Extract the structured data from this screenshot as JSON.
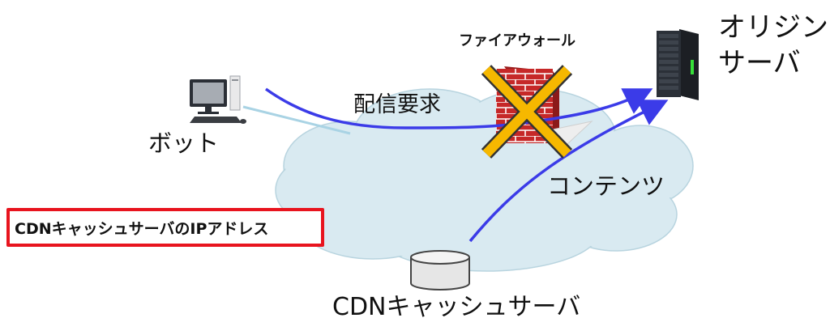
{
  "labels": {
    "origin_line1": "オリジン",
    "origin_line2": "サーバ",
    "bot": "ボット",
    "firewall": "ファイアウォール",
    "request": "配信要求",
    "content": "コンテンツ",
    "cdn_server": "CDNキャッシュサーバ",
    "ip_box": "CDNキャッシュサーバのIPアドレス"
  },
  "colors": {
    "cloud_fill": "#d9eaf1",
    "arrow": "#3b3be8",
    "bot_line": "#a9d3e4",
    "brick": "#c62828",
    "cross": "#f6b800",
    "highlight_border": "#e8141e"
  },
  "icons": {
    "bot": "desktop-computer-icon",
    "origin": "server-rack-icon",
    "firewall": "brick-wall-icon",
    "cdn": "database-cylinder-icon",
    "blocked": "cross-icon"
  }
}
